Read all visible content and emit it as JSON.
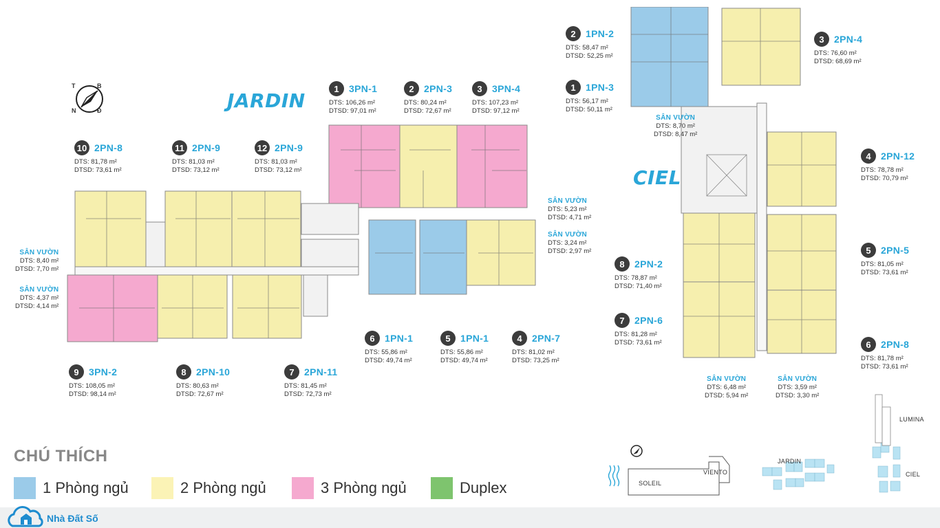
{
  "titles": {
    "jardin": "JARDIN",
    "ciel": "CIEL"
  },
  "compass": {
    "letters": [
      "T",
      "B",
      "Đ",
      "N"
    ]
  },
  "jardin_units": [
    {
      "num": "1",
      "code": "3PN-1",
      "dts": "DTS: 106,26 m²",
      "dtsd": "DTSD: 97,01 m²"
    },
    {
      "num": "2",
      "code": "2PN-3",
      "dts": "DTS: 80,24 m²",
      "dtsd": "DTSD: 72,67 m²"
    },
    {
      "num": "3",
      "code": "3PN-4",
      "dts": "DTS: 107,23 m²",
      "dtsd": "DTSD: 97,12 m²"
    },
    {
      "num": "10",
      "code": "2PN-8",
      "dts": "DTS: 81,78 m²",
      "dtsd": "DTSD: 73,61 m²"
    },
    {
      "num": "11",
      "code": "2PN-9",
      "dts": "DTS: 81,03 m²",
      "dtsd": "DTSD: 73,12 m²"
    },
    {
      "num": "12",
      "code": "2PN-9",
      "dts": "DTS: 81,03 m²",
      "dtsd": "DTSD: 73,12 m²"
    },
    {
      "num": "6",
      "code": "1PN-1",
      "dts": "DTS: 55,86 m²",
      "dtsd": "DTSD: 49,74 m²"
    },
    {
      "num": "5",
      "code": "1PN-1",
      "dts": "DTS: 55,86 m²",
      "dtsd": "DTSD: 49,74 m²"
    },
    {
      "num": "4",
      "code": "2PN-7",
      "dts": "DTS: 81,02 m²",
      "dtsd": "DTSD: 73,25 m²"
    },
    {
      "num": "9",
      "code": "3PN-2",
      "dts": "DTS: 108,05 m²",
      "dtsd": "DTSD: 98,14 m²"
    },
    {
      "num": "8",
      "code": "2PN-10",
      "dts": "DTS: 80,63 m²",
      "dtsd": "DTSD: 72,67 m²"
    },
    {
      "num": "7",
      "code": "2PN-11",
      "dts": "DTS: 81,45 m²",
      "dtsd": "DTSD: 72,73 m²"
    }
  ],
  "jardin_gardens": [
    {
      "label": "SÂN VƯỜN",
      "dts": "DTS: 8,40 m²",
      "dtsd": "DTSD: 7,70 m²"
    },
    {
      "label": "SÂN VƯỜN",
      "dts": "DTS: 4,37 m²",
      "dtsd": "DTSD: 4,14 m²"
    },
    {
      "label": "SÂN VƯỜN",
      "dts": "DTS: 5,23 m²",
      "dtsd": "DTSD: 4,71 m²"
    },
    {
      "label": "SÂN VƯỜN",
      "dts": "DTS: 3,24 m²",
      "dtsd": "DTSD: 2,97 m²"
    }
  ],
  "ciel_units": [
    {
      "num": "2",
      "code": "1PN-2",
      "dts": "DTS: 58,47 m²",
      "dtsd": "DTSD: 52,25 m²"
    },
    {
      "num": "1",
      "code": "1PN-3",
      "dts": "DTS: 56,17 m²",
      "dtsd": "DTSD: 50,11 m²"
    },
    {
      "num": "3",
      "code": "2PN-4",
      "dts": "DTS: 76,60 m²",
      "dtsd": "DTSD: 68,69 m²"
    },
    {
      "num": "4",
      "code": "2PN-12",
      "dts": "DTS: 78,78 m²",
      "dtsd": "DTSD: 70,79 m²"
    },
    {
      "num": "5",
      "code": "2PN-5",
      "dts": "DTS: 81,05 m²",
      "dtsd": "DTSD: 73,61 m²"
    },
    {
      "num": "6",
      "code": "2PN-8",
      "dts": "DTS: 81,78 m²",
      "dtsd": "DTSD: 73,61 m²"
    },
    {
      "num": "8",
      "code": "2PN-2",
      "dts": "DTS: 78,87 m²",
      "dtsd": "DTSD: 71,40 m²"
    },
    {
      "num": "7",
      "code": "2PN-6",
      "dts": "DTS: 81,28 m²",
      "dtsd": "DTSD: 73,61 m²"
    }
  ],
  "ciel_gardens": [
    {
      "label": "SÂN VƯỜN",
      "dts": "DTS: 8,70 m²",
      "dtsd": "DTSD: 8,47 m²"
    },
    {
      "label": "SÂN VƯỜN",
      "dts": "DTS: 6,48 m²",
      "dtsd": "DTSD: 5,94 m²"
    },
    {
      "label": "SÂN VƯỜN",
      "dts": "DTS: 3,59 m²",
      "dtsd": "DTSD: 3,30 m²"
    }
  ],
  "legend": {
    "title": "CHÚ THÍCH",
    "items": [
      {
        "label": "1 Phòng ngủ",
        "color": "#9bcbe9"
      },
      {
        "label": "2 Phòng ngủ",
        "color": "#fbf3b6"
      },
      {
        "label": "3 Phòng ngủ",
        "color": "#f5a9cf"
      },
      {
        "label": "Duplex",
        "color": "#7ec46e"
      }
    ]
  },
  "site_map": {
    "blocks": [
      "SOLEIL",
      "VIENTO",
      "JARDIN",
      "LUMINA",
      "CIEL"
    ]
  },
  "logo": {
    "text": "Nhà Đất Số"
  },
  "colors": {
    "one_bed": "#9bcbe9",
    "two_bed": "#f6efae",
    "three_bed": "#f5a9cf",
    "accent": "#2aa6d8",
    "badge": "#3c3c3c"
  }
}
